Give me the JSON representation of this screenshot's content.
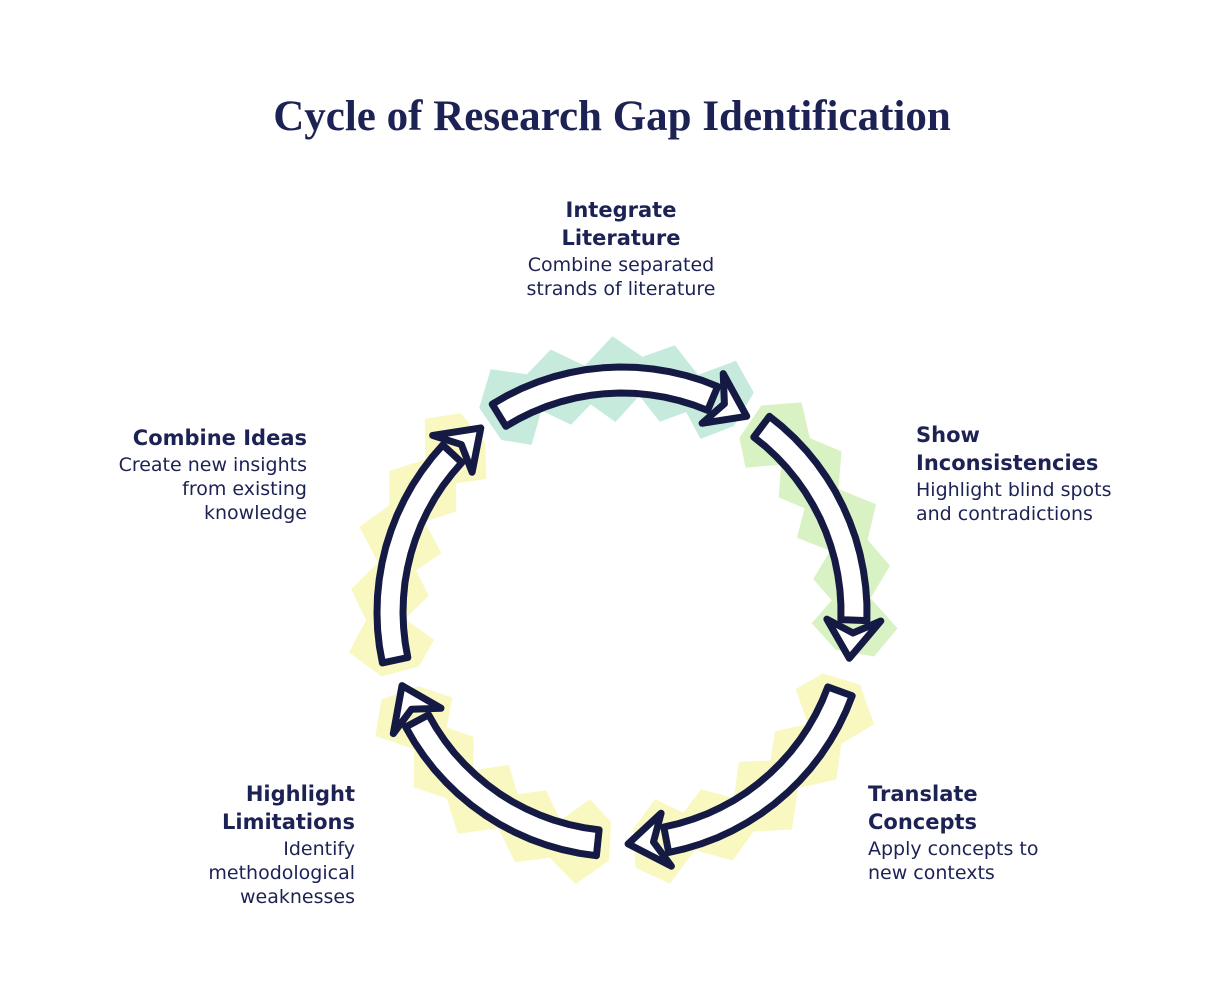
{
  "title": "Cycle of Research Gap Identification",
  "colors": {
    "background": "#ffffff",
    "text": "#1d2255",
    "navy": "#151a45",
    "arrow_fill": "#ffffff",
    "mint": "#c6ebdc",
    "green": "#d9f2c4",
    "yellow": "#f8f8c0"
  },
  "nodes": [
    {
      "id": "integrate-literature",
      "title": "Integrate\nLiterature",
      "description": "Combine separated\nstrands of literature"
    },
    {
      "id": "show-inconsistencies",
      "title": "Show\nInconsistencies",
      "description": "Highlight blind spots\nand contradictions"
    },
    {
      "id": "translate-concepts",
      "title": "Translate\nConcepts",
      "description": "Apply concepts to\nnew contexts"
    },
    {
      "id": "highlight-limitations",
      "title": "Highlight\nLimitations",
      "description": "Identify\nmethodological\nweaknesses"
    },
    {
      "id": "combine-ideas",
      "title": "Combine Ideas",
      "description": "Create new insights\nfrom existing\nknowledge"
    }
  ],
  "arrows": [
    {
      "from": "integrate-literature",
      "to": "show-inconsistencies",
      "highlight": "mint"
    },
    {
      "from": "show-inconsistencies",
      "to": "translate-concepts",
      "highlight": "green"
    },
    {
      "from": "translate-concepts",
      "to": "highlight-limitations",
      "highlight": "yellow"
    },
    {
      "from": "highlight-limitations",
      "to": "combine-ideas",
      "highlight": "yellow"
    },
    {
      "from": "combine-ideas",
      "to": "integrate-literature",
      "highlight": "yellow"
    }
  ]
}
